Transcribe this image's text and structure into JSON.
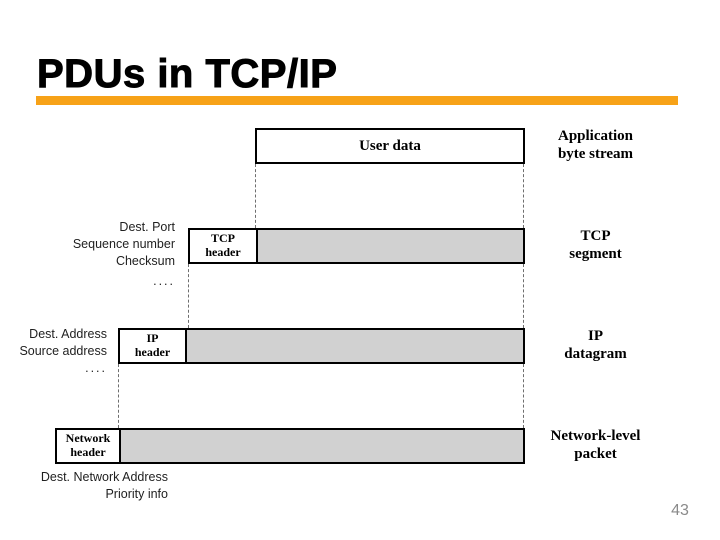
{
  "slide": {
    "title": "PDUs in TCP/IP",
    "page_number": "43"
  },
  "colors": {
    "accent_bar": "#F7A218",
    "pdu_payload_fill": "#D1D1D1",
    "box_border": "#000000",
    "page_number_gray": "#8A8A8A"
  },
  "diagram": {
    "user_data_box": {
      "label": "User data"
    },
    "top_right_label": {
      "line1": "Application",
      "line2": "byte stream"
    },
    "pdu_rows": [
      {
        "header": {
          "line1": "TCP",
          "line2": "header"
        },
        "right_label": {
          "line1": "TCP",
          "line2": "segment"
        },
        "left_fields": {
          "lines": [
            "Dest. Port",
            "Sequence number",
            "Checksum",
            "...."
          ]
        }
      },
      {
        "header": {
          "line1": "IP",
          "line2": "header"
        },
        "right_label": {
          "line1": "IP",
          "line2": "datagram"
        },
        "left_fields": {
          "lines": [
            "Dest. Address",
            "Source address",
            "...."
          ]
        }
      },
      {
        "header": {
          "line1": "Network",
          "line2": "header"
        },
        "right_label": {
          "line1": "Network-level",
          "line2": "packet"
        },
        "left_fields": {
          "lines": [
            "Dest. Network Address",
            "Priority info"
          ]
        }
      }
    ]
  }
}
